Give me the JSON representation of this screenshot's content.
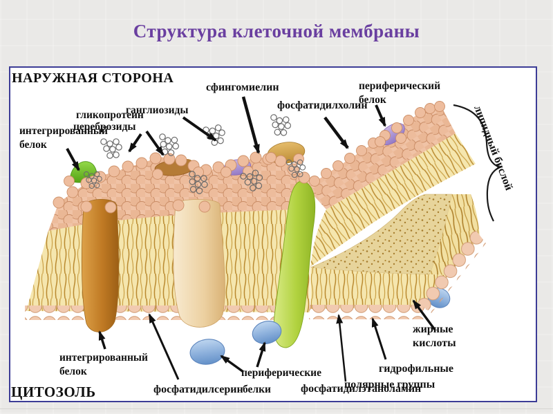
{
  "title": "Структура клеточной мембраны",
  "diagram": {
    "outer_side": "НАРУЖНАЯ СТОРОНА",
    "cytosol": "ЦИТОЗОЛЬ",
    "labels": {
      "integral_protein_top": {
        "line1": "интегрированный",
        "line2": "белок"
      },
      "glycoprotein": "гликопротеин",
      "gangliosides": "ганглиозиды",
      "cerebrosides": "цереброзиды",
      "sphingomyelin": "сфингомиелин",
      "phosphatidylcholine": "фосфатидилхолин",
      "peripheral_protein": {
        "line1": "периферический",
        "line2": "белок"
      },
      "lipid_bilayer": "липидный бислой",
      "fatty_acids": {
        "line1": "жирные",
        "line2": "кислоты"
      },
      "hydrophilic_groups": {
        "line1": "гидрофильные",
        "line2": "полярные группы"
      },
      "integral_protein_bottom": {
        "line1": "интегрированный",
        "line2": "белок"
      },
      "phosphatidylserine": "фосфатидилсерин",
      "peripheral_proteins": {
        "line1": "периферические",
        "line2": "белки"
      },
      "phosphatidylethanolamine": "фосфатидилэтаноламин"
    }
  },
  "colors": {
    "title_text": "#6A3FA0",
    "panel_border": "#3C3C96",
    "page_background": "#EAE9E7",
    "label_text": "#111111",
    "lipid_heads": "#EAB795",
    "lipid_tails": "#F5E6AE",
    "integral_protein_orange": "#C98430",
    "integral_protein_cream": "#EFD6A6",
    "integral_protein_green": "#B1D23F",
    "peripheral_protein_purple": "#A98FD0",
    "peripheral_protein_blue": "#7FA6D8"
  }
}
